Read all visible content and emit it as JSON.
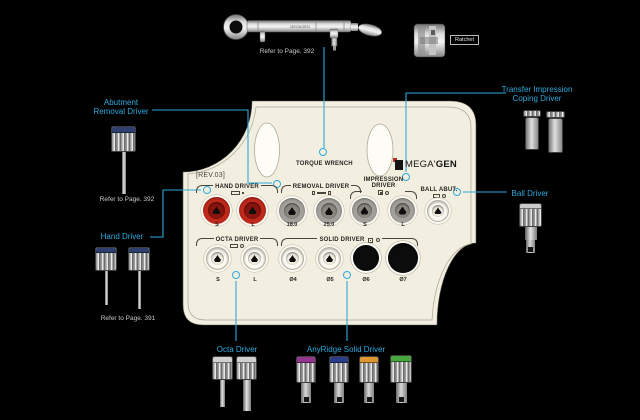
{
  "colors": {
    "background": "#000000",
    "accent_cyan": "#2fa9dc",
    "tray": "#f3efe0",
    "socket_red": "#c0281c",
    "socket_gray": "#a3a09b",
    "anyridge_caps": [
      "#93348d",
      "#283c88",
      "#dd9630",
      "#46a73e"
    ]
  },
  "top_area": {
    "wrench_page_ref": "Refer to Page. 392",
    "wrench_brand": "MEGAGEN",
    "ratchet_label": "Ratchet"
  },
  "tray": {
    "revision": "[REV.03]",
    "torque_wrench": "TORQUE WRENCH",
    "brand_mega": "MEGA",
    "brand_tick": "'",
    "brand_gen": "GEN",
    "sections": {
      "hand": "HAND DRIVER",
      "removal": "REMOVAL DRIVER",
      "impression_line1": "IMPRESSION",
      "impression_line2": "DRIVER",
      "ball": "BALL ABUT.",
      "octa": "OCTA DRIVER",
      "solid": "SOLID DRIVER"
    },
    "row1": {
      "hand_s": "S",
      "hand_l": "L",
      "removal_18": "18.0",
      "removal_25": "25.0",
      "imp_s": "S",
      "imp_l": "L"
    },
    "row2": {
      "octa_s": "S",
      "octa_l": "L",
      "d4": "Ø4",
      "d5": "Ø5",
      "d6": "Ø6",
      "d7": "Ø7"
    }
  },
  "callouts": {
    "abutment_line1": "Abutment",
    "abutment_line2": "Removal Driver",
    "abutment_page_ref": "Refer to Page. 392",
    "hand_driver": "Hand Driver",
    "hand_page_ref": "Refer to Page. 391",
    "transfer_line1": "Transfer Impression",
    "transfer_line2": "Coping Driver",
    "ball_driver": "Ball Driver",
    "octa_driver": "Octa Driver",
    "anyridge_solid": "AnyRidge Solid Driver"
  }
}
